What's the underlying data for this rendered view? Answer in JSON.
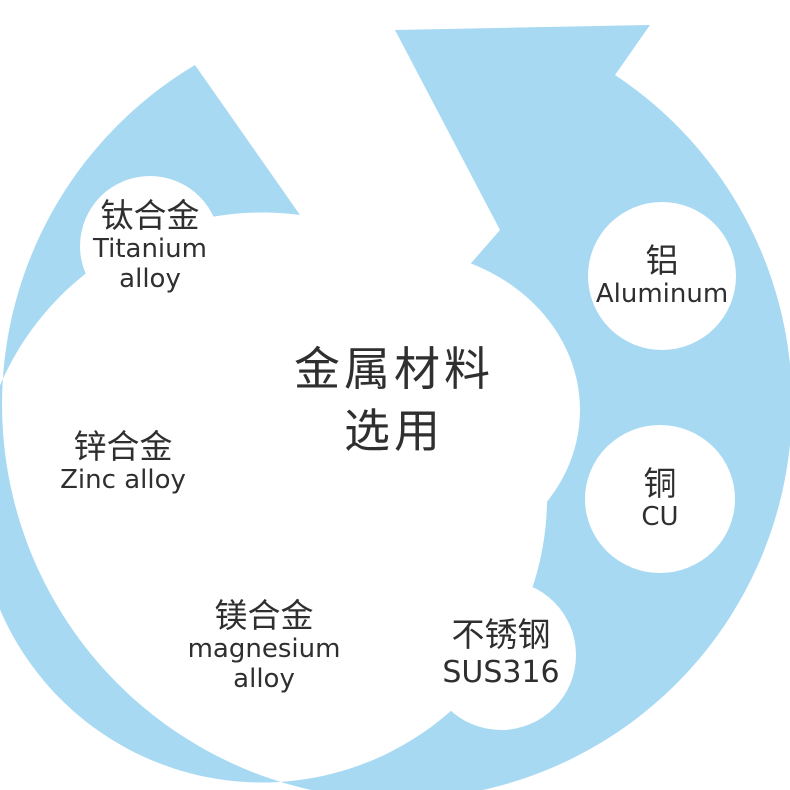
{
  "title": {
    "line1": "金属材料",
    "line2": "选用"
  },
  "colors": {
    "ring": "#a7d9f3",
    "node_fill": "#ffffff",
    "text": "#2f2f2f"
  },
  "materials": [
    {
      "zh": "钛合金",
      "en_line1": "Titanium",
      "en_line2": "alloy"
    },
    {
      "zh": "锌合金",
      "en_line1": "Zinc alloy",
      "en_line2": ""
    },
    {
      "zh": "镁合金",
      "en_line1": "magnesium",
      "en_line2": "alloy"
    },
    {
      "zh": "不锈钢",
      "en_line1": "SUS316",
      "en_line2": ""
    },
    {
      "zh": "铜",
      "en_line1": "CU",
      "en_line2": ""
    },
    {
      "zh": "铝",
      "en_line1": "Aluminum",
      "en_line2": ""
    }
  ]
}
